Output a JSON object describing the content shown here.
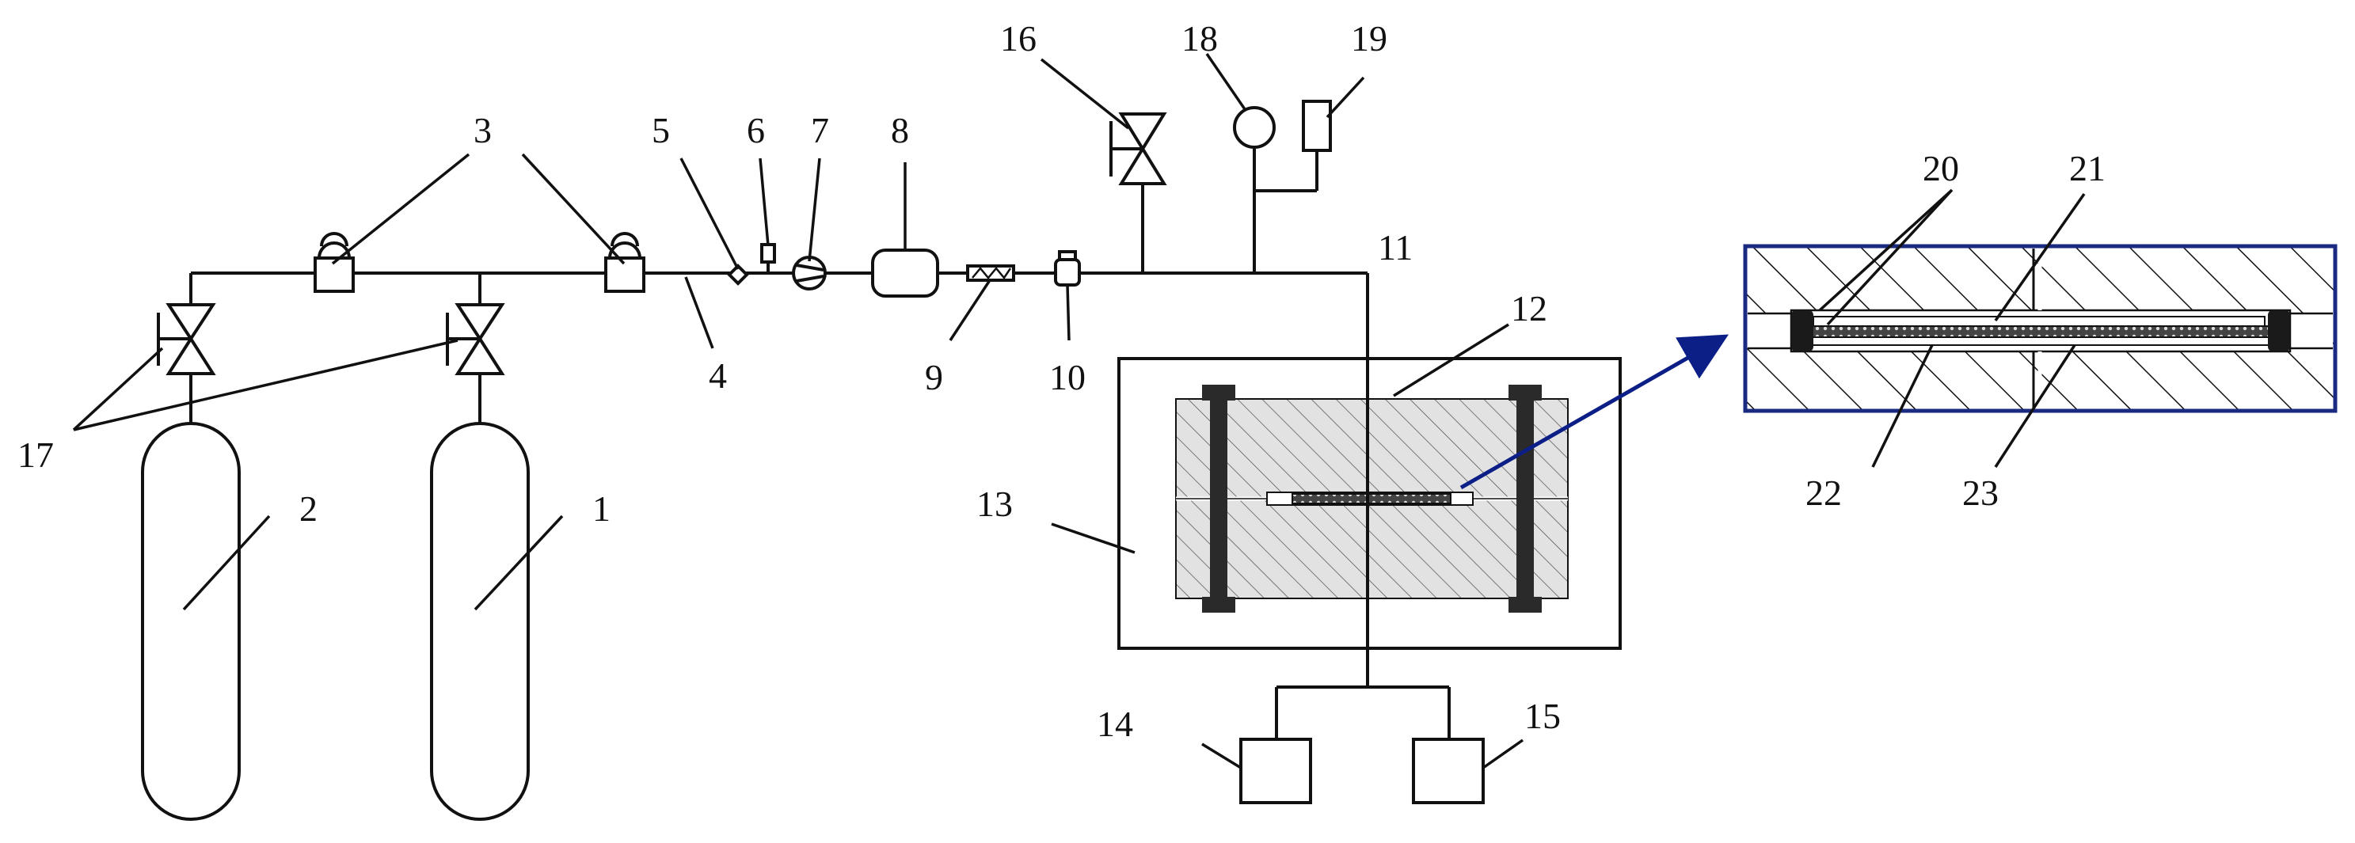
{
  "labels": {
    "l1": "1",
    "l2": "2",
    "l3": "3",
    "l4": "4",
    "l5": "5",
    "l6": "6",
    "l7": "7",
    "l8": "8",
    "l9": "9",
    "l10": "10",
    "l11": "11",
    "l12": "12",
    "l13": "13",
    "l14": "14",
    "l15": "15",
    "l16": "16",
    "l17": "17",
    "l18": "18",
    "l19": "19",
    "l20": "20",
    "l21": "21",
    "l22": "22",
    "l23": "23"
  },
  "colors": {
    "line": "#111111",
    "clamp": "#2a2a2a",
    "hatch": "#555555",
    "detail_frame": "#1a2a80",
    "arrow": "#0c1f86",
    "background": "#ffffff"
  }
}
